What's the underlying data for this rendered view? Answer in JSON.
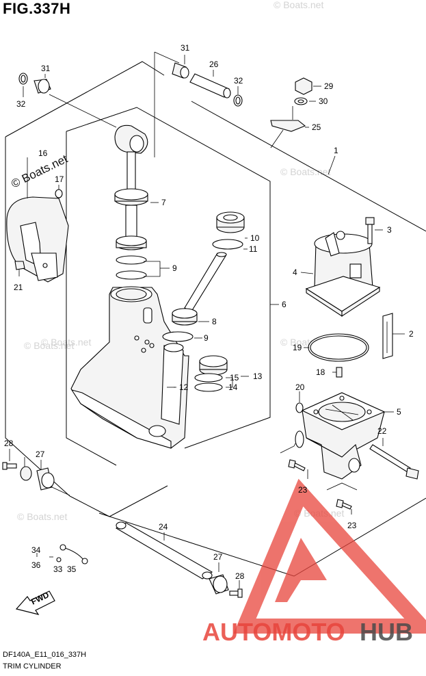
{
  "figure": {
    "title": "FIG.337H",
    "model_code": "DF140A_E11_016_337H",
    "name": "TRIM CYLINDER"
  },
  "watermarks": {
    "boats": "© Boats.net",
    "brand_left": "AUTOMOTO",
    "brand_right": "HUB",
    "brand_color": "#e8453c",
    "fwd": "FWD"
  },
  "callouts": {
    "c1": "1",
    "c2": "2",
    "c3": "3",
    "c4": "4",
    "c5": "5",
    "c6": "6",
    "c7": "7",
    "c8": "8",
    "c9a": "9",
    "c9b": "9",
    "c10": "10",
    "c11": "11",
    "c12": "12",
    "c13": "13",
    "c14": "14",
    "c15": "15",
    "c16": "16",
    "c17": "17",
    "c18": "18",
    "c19": "19",
    "c20": "20",
    "c21": "21",
    "c22": "22",
    "c23a": "23",
    "c23b": "23",
    "c24": "24",
    "c25": "25",
    "c26": "26",
    "c27a": "27",
    "c27b": "27",
    "c28a": "28",
    "c28b": "28",
    "c29": "29",
    "c30": "30",
    "c31a": "31",
    "c31b": "31",
    "c32a": "32",
    "c32b": "32",
    "c33": "33",
    "c34": "34",
    "c35": "35",
    "c36": "36"
  }
}
